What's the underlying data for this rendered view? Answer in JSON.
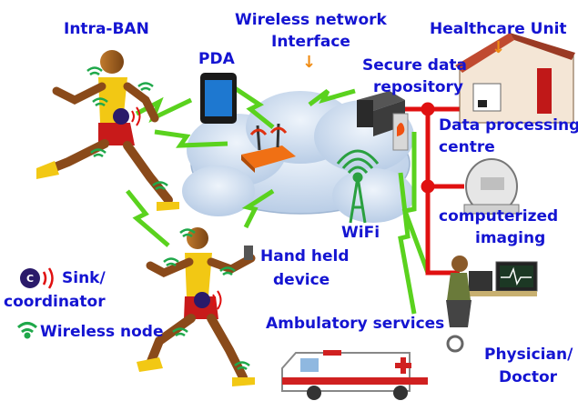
{
  "labels": {
    "intra_ban": "Intra-BAN",
    "pda": "PDA",
    "wireless_network_line1": "Wireless network",
    "wireless_network_line2": "Interface",
    "healthcare_unit": "Healthcare Unit",
    "secure_repo_line1": "Secure data",
    "secure_repo_line2": "repository",
    "data_processing_line1": "Data processing",
    "data_processing_line2": "centre",
    "computerized_line1": "computerized",
    "computerized_line2": "imaging",
    "wifi": "WiFi",
    "handheld_line1": "Hand held",
    "handheld_line2": "device",
    "sink_line1": "Sink/",
    "sink_line2": "coordinator",
    "wireless_node": "Wireless node",
    "ambulatory": "Ambulatory services",
    "physician_line1": "Physician/",
    "physician_line2": "Doctor",
    "sink_symbol": "C"
  },
  "colors": {
    "label_blue": "#1414d2",
    "arrow_orange": "#f08c14",
    "link_green": "#5ad21e",
    "wire_red": "#e01010",
    "cloud_blue": "#c8d9ec",
    "node_green": "#1fa84a"
  },
  "icons": {
    "down_arrow": "↓"
  }
}
